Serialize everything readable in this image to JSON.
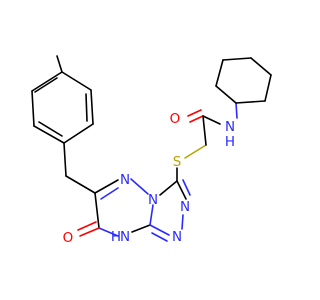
{
  "molecule": {
    "atoms": {
      "O_amide": "O",
      "N_amide": "N",
      "H_amide": "H",
      "S": "S",
      "N_a": "N",
      "N_b": "N",
      "N_c": "N",
      "N_d": "N",
      "O_ketone": "O",
      "N_e": "N",
      "H_e": "H"
    },
    "colors": {
      "carbon": "#000000",
      "nitrogen": "#2a2aff",
      "oxygen": "#ff0000",
      "sulfur": "#b8a400",
      "background": "#ffffff"
    }
  }
}
